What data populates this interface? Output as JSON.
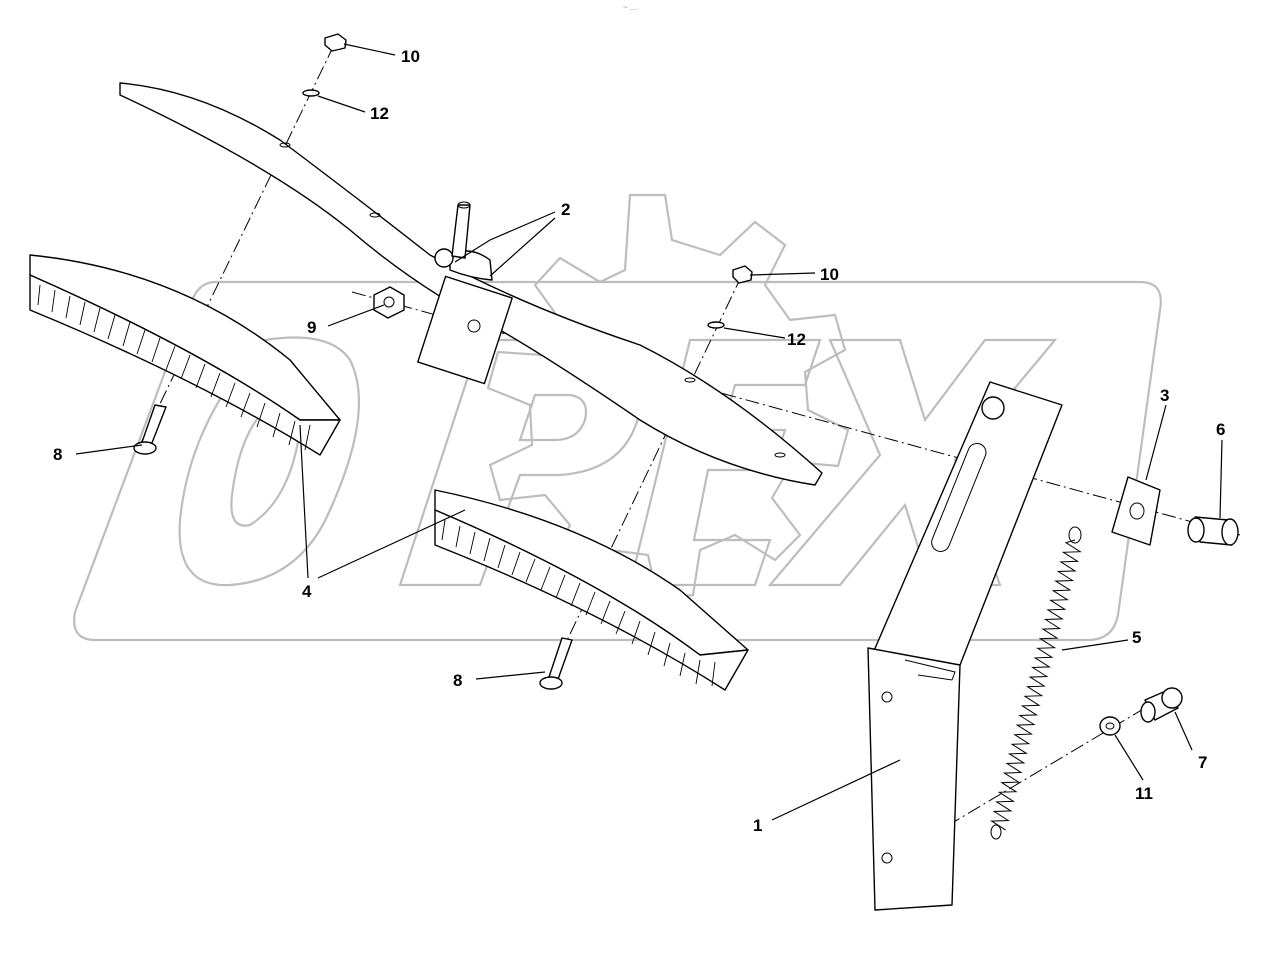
{
  "watermark": {
    "text": "OPEX",
    "color": "#bdbdbd"
  },
  "header_mark": "~ ...",
  "callouts": [
    {
      "id": "c1",
      "label": "1"
    },
    {
      "id": "c2",
      "label": "2"
    },
    {
      "id": "c3",
      "label": "3"
    },
    {
      "id": "c4",
      "label": "4"
    },
    {
      "id": "c5",
      "label": "5"
    },
    {
      "id": "c6",
      "label": "6"
    },
    {
      "id": "c7",
      "label": "7"
    },
    {
      "id": "c8a",
      "label": "8"
    },
    {
      "id": "c8b",
      "label": "8"
    },
    {
      "id": "c9",
      "label": "9"
    },
    {
      "id": "c10a",
      "label": "10"
    },
    {
      "id": "c10b",
      "label": "10"
    },
    {
      "id": "c11",
      "label": "11"
    },
    {
      "id": "c12a",
      "label": "12"
    },
    {
      "id": "c12b",
      "label": "12"
    }
  ]
}
